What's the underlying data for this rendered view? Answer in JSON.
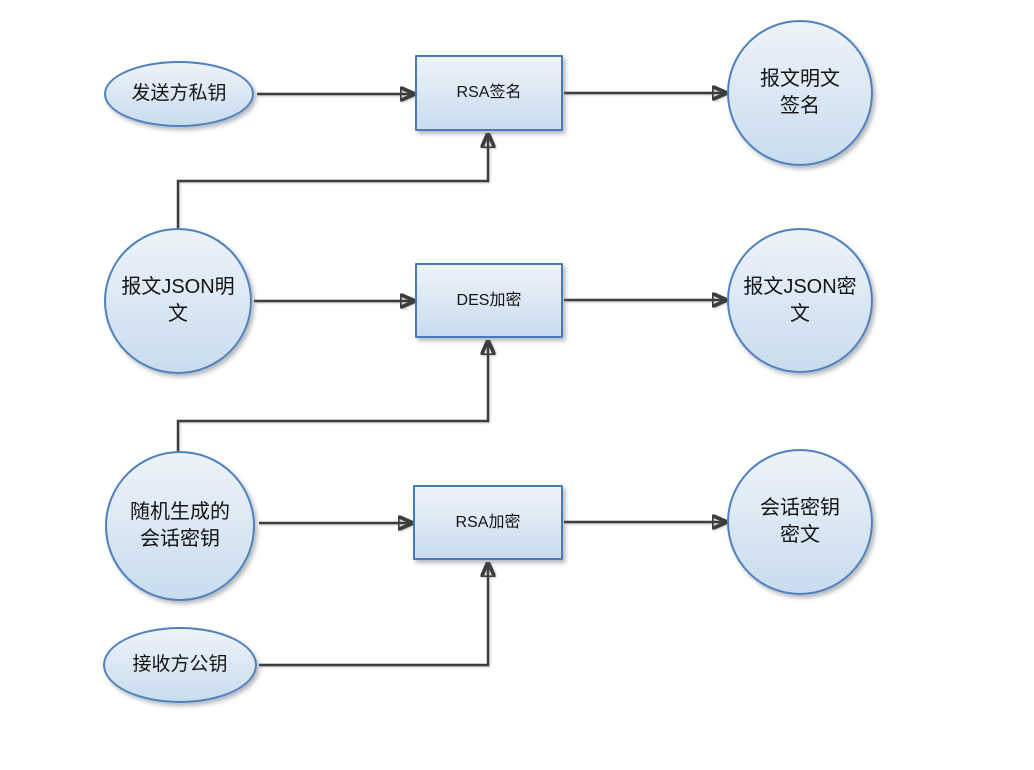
{
  "colors": {
    "node_border": "#4f81bd",
    "node_fill_top": "#eef3fa",
    "node_fill_bottom": "#c9dcee",
    "arrow": "#3d3d3d",
    "text": "#141414",
    "background": "#ffffff"
  },
  "nodes": {
    "sender_private_key": {
      "label": "发送方私钥",
      "shape": "ellipse"
    },
    "rsa_sign": {
      "label": "RSA签名",
      "shape": "process"
    },
    "message_plaintext_signature": {
      "label": "报文明文\n签名",
      "shape": "circle"
    },
    "message_json_plaintext": {
      "label": "报文JSON明\n文",
      "shape": "circle"
    },
    "des_encrypt": {
      "label": "DES加密",
      "shape": "process"
    },
    "message_json_ciphertext": {
      "label": "报文JSON密\n文",
      "shape": "circle"
    },
    "random_session_key": {
      "label": "随机生成的\n会话密钥",
      "shape": "circle"
    },
    "rsa_encrypt": {
      "label": "RSA加密",
      "shape": "process"
    },
    "session_key_ciphertext": {
      "label": "会话密钥\n密文",
      "shape": "circle"
    },
    "receiver_public_key": {
      "label": "接收方公钥",
      "shape": "ellipse"
    }
  },
  "edges": [
    {
      "from": "发送方私钥",
      "to": "RSA签名"
    },
    {
      "from": "报文JSON明文",
      "to": "RSA签名"
    },
    {
      "from": "RSA签名",
      "to": "报文明文签名"
    },
    {
      "from": "报文JSON明文",
      "to": "DES加密"
    },
    {
      "from": "随机生成的会话密钥",
      "to": "DES加密"
    },
    {
      "from": "DES加密",
      "to": "报文JSON密文"
    },
    {
      "from": "随机生成的会话密钥",
      "to": "RSA加密"
    },
    {
      "from": "接收方公钥",
      "to": "RSA加密"
    },
    {
      "from": "RSA加密",
      "to": "会话密钥密文"
    }
  ]
}
